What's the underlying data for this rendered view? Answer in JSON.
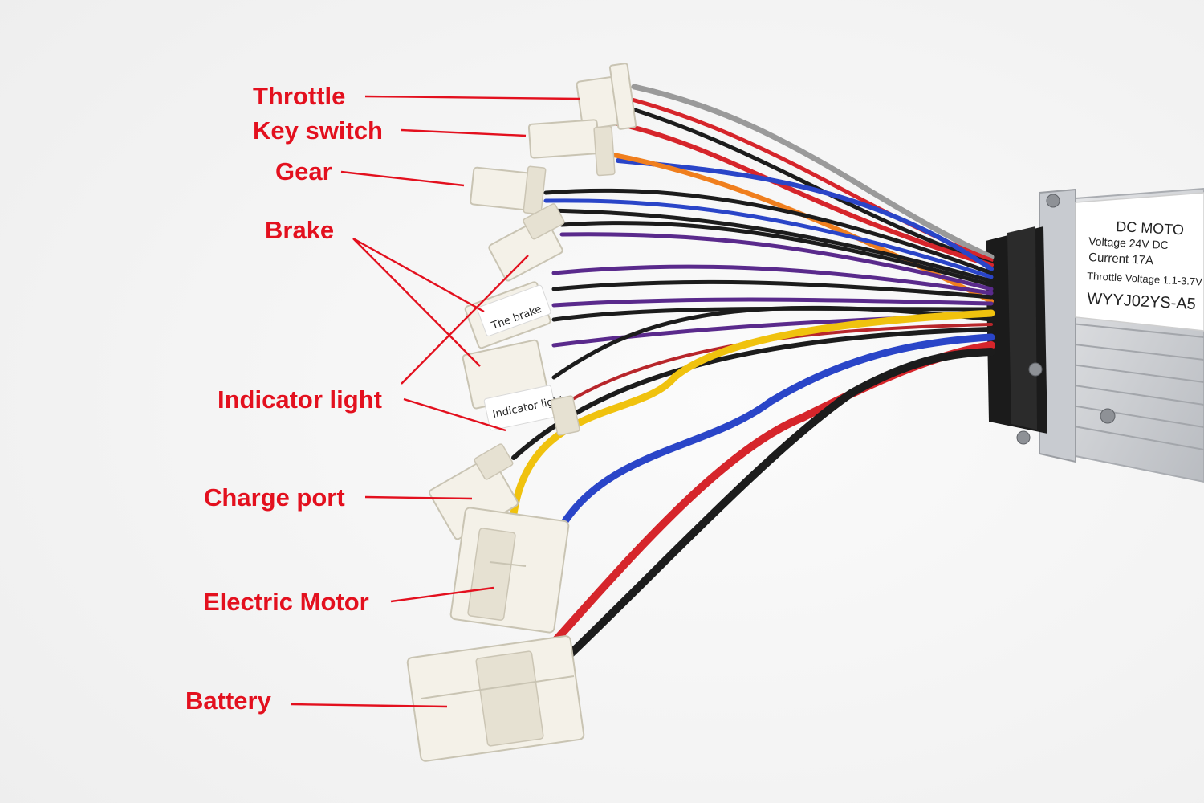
{
  "labels": {
    "throttle": "Throttle",
    "key_switch": "Key switch",
    "gear": "Gear",
    "brake": "Brake",
    "indicator_light": "Indicator light",
    "charge_port": "Charge port",
    "electric_motor": "Electric Motor",
    "battery": "Battery"
  },
  "controller": {
    "title": "DC MOTO",
    "voltage": "Voltage 24V DC",
    "current": "Current  17A",
    "throttle_voltage": "Throttle Voltage 1.1-3.7V",
    "model": "WYYJ02YS-A5"
  },
  "connector_tags": {
    "brake_tag": "The brake",
    "indicator_tag": "Indicator light"
  },
  "colors": {
    "label_red": "#e3101e",
    "wire_red": "#d6252b",
    "wire_black": "#1c1c1c",
    "wire_blue": "#2a45c8",
    "wire_yellow": "#f0c20e",
    "wire_purple": "#5a2a8c",
    "wire_orange": "#f07f1e",
    "wire_gray": "#9a9a9a"
  }
}
